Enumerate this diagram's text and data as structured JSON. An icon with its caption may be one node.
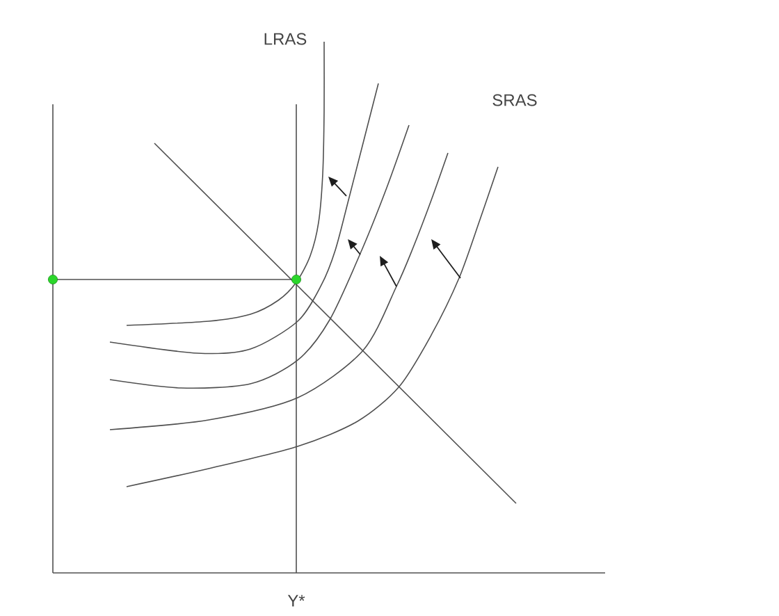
{
  "diagram": {
    "labels": [
      "LRAS",
      "SRAS",
      "Y*"
    ]
  }
}
